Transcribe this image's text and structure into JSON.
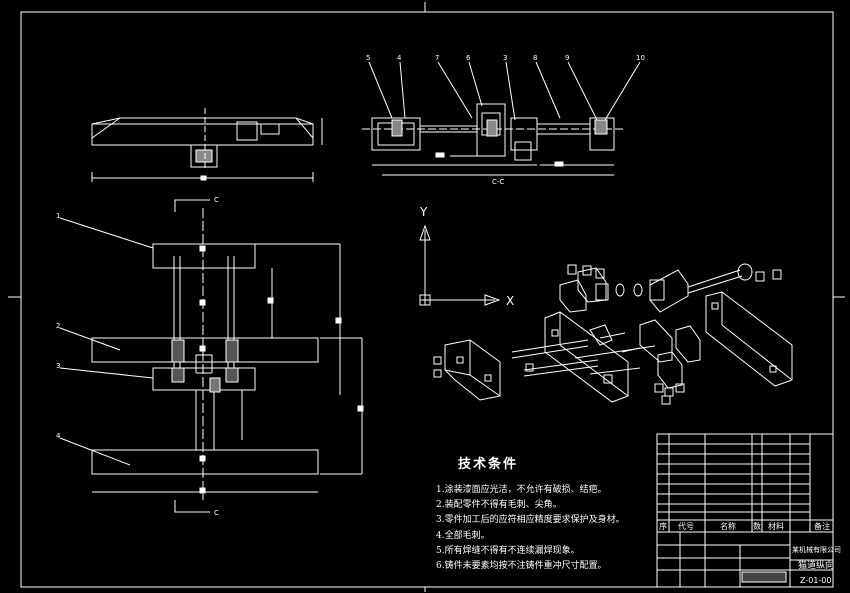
{
  "drawing": {
    "section_label": "C-C",
    "section_marker": "C",
    "axis_y": "Y",
    "axis_x": "X",
    "part_callouts_top": [
      "5",
      "4",
      "7",
      "6",
      "3",
      "8",
      "9",
      "10"
    ],
    "part_callouts_left": [
      "1",
      "2",
      "3",
      "4"
    ]
  },
  "technical_requirements": {
    "title": "技术条件",
    "items": [
      "1.涂装漆面应光洁，不允许有破损、结疤。",
      "2.装配零件不得有毛刺、尖角。",
      "3.零件加工后的应符相应精度要求保护及身材。",
      "4.全部毛刺。",
      "5.所有焊缝不得有不连续漏焊现象。",
      "6.铸件未要素均按不注铸件重冲尺寸配置。"
    ]
  },
  "title_block": {
    "col_seq": "序",
    "col_code": "代号",
    "col_name": "名称",
    "col_qty": "数",
    "col_material": "材料",
    "col_remark": "备注",
    "drawing_title": "猫道纵向",
    "drawing_number": "Z-01-00",
    "company": "某机械有限公司"
  }
}
